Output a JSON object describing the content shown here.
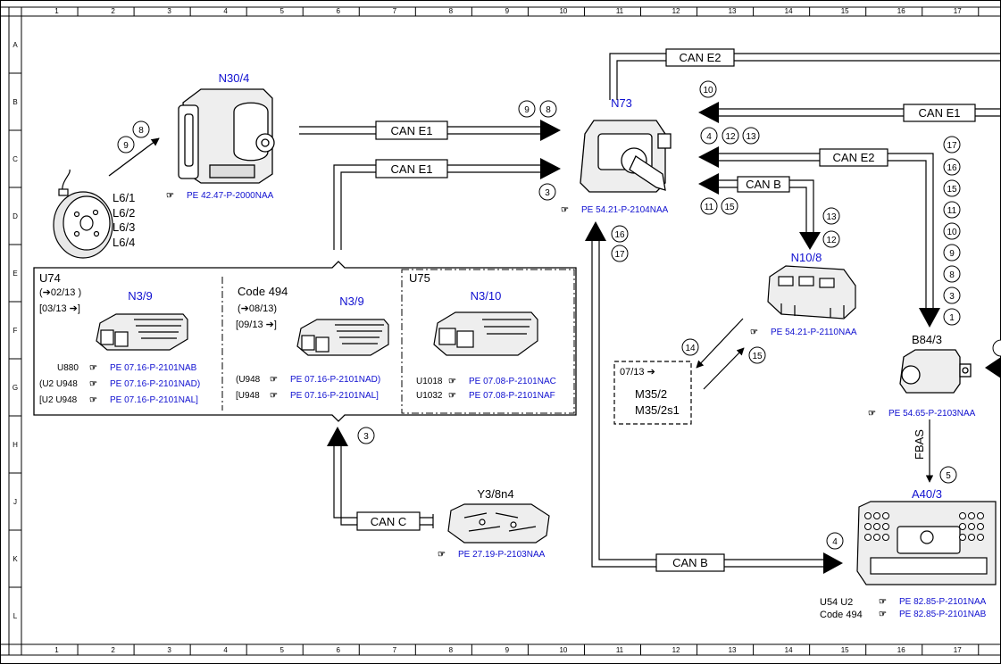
{
  "grid": {
    "columns": [
      "1",
      "2",
      "3",
      "4",
      "5",
      "6",
      "7",
      "8",
      "9",
      "10",
      "11",
      "12",
      "13",
      "14",
      "15",
      "16",
      "17"
    ],
    "rows": [
      "A",
      "B",
      "C",
      "D",
      "E",
      "F",
      "G",
      "H",
      "J",
      "K",
      "L"
    ]
  },
  "components": {
    "n30_4": {
      "name": "N30/4",
      "ref": "PE 42.47-P-2000NAA"
    },
    "n73": {
      "name": "N73",
      "ref": "PE 54.21-P-2104NAA"
    },
    "n10_8": {
      "name": "N10/8",
      "ref": "PE 54.21-P-2110NAA"
    },
    "b84_3": {
      "name": "B84/3",
      "ref": "PE 54.65-P-2103NAA"
    },
    "a40_3": {
      "name": "A40/3",
      "code_line1": "U54   U2",
      "code_line2": "Code 494",
      "ref1": "PE 82.85-P-2101NAA",
      "ref2": "PE 82.85-P-2101NAB"
    },
    "y3_8n4": {
      "name": "Y3/8n4",
      "ref": "PE 27.19-P-2103NAA"
    },
    "wheel_sensors": [
      "L6/1",
      "L6/2",
      "L6/3",
      "L6/4"
    ],
    "m35": {
      "date": "07/13 ➔",
      "line1": "M35/2",
      "line2": "M35/2s1"
    }
  },
  "group_box": {
    "u74": {
      "title": "U74",
      "date1": "(➔02/13 )",
      "date2": "[03/13 ➔]",
      "name": "N3/9",
      "rows": [
        {
          "code": "U880",
          "ref": "PE 07.16-P-2101NAB"
        },
        {
          "code": "(U2  U948",
          "ref": "PE 07.16-P-2101NAD)"
        },
        {
          "code": "[U2  U948",
          "ref": "PE 07.16-P-2101NAL]"
        }
      ]
    },
    "code494": {
      "title": "Code 494",
      "date1": "(➔08/13)",
      "date2": "[09/13  ➔]",
      "name": "N3/9",
      "rows": [
        {
          "code": "(U948",
          "ref": "PE 07.16-P-2101NAD)"
        },
        {
          "code": "[U948",
          "ref": "PE 07.16-P-2101NAL]"
        }
      ]
    },
    "u75": {
      "title": "U75",
      "name": "N3/10",
      "rows": [
        {
          "code": "U1018",
          "ref": "PE 07.08-P-2101NAC"
        },
        {
          "code": "U1032",
          "ref": "PE 07.08-P-2101NAF"
        }
      ]
    }
  },
  "buses": {
    "can_e1": "CAN E1",
    "can_e2": "CAN E2",
    "can_b": "CAN B",
    "can_c": "CAN C",
    "fbas": "FBAS"
  },
  "circles": {
    "c8a": "8",
    "c9a": "9",
    "c9b": "9",
    "c8b": "8",
    "c3a": "3",
    "c16": "16",
    "c17": "17",
    "c3b": "3",
    "c10": "10",
    "c4a": "4",
    "c12a": "12",
    "c13a": "13",
    "c11": "11",
    "c15a": "15",
    "c13b": "13",
    "c12b": "12",
    "c14": "14",
    "c15b": "15",
    "col": [
      "17",
      "16",
      "15",
      "11",
      "10",
      "9",
      "8",
      "3",
      "1"
    ],
    "c5": "5",
    "c4b": "4"
  }
}
